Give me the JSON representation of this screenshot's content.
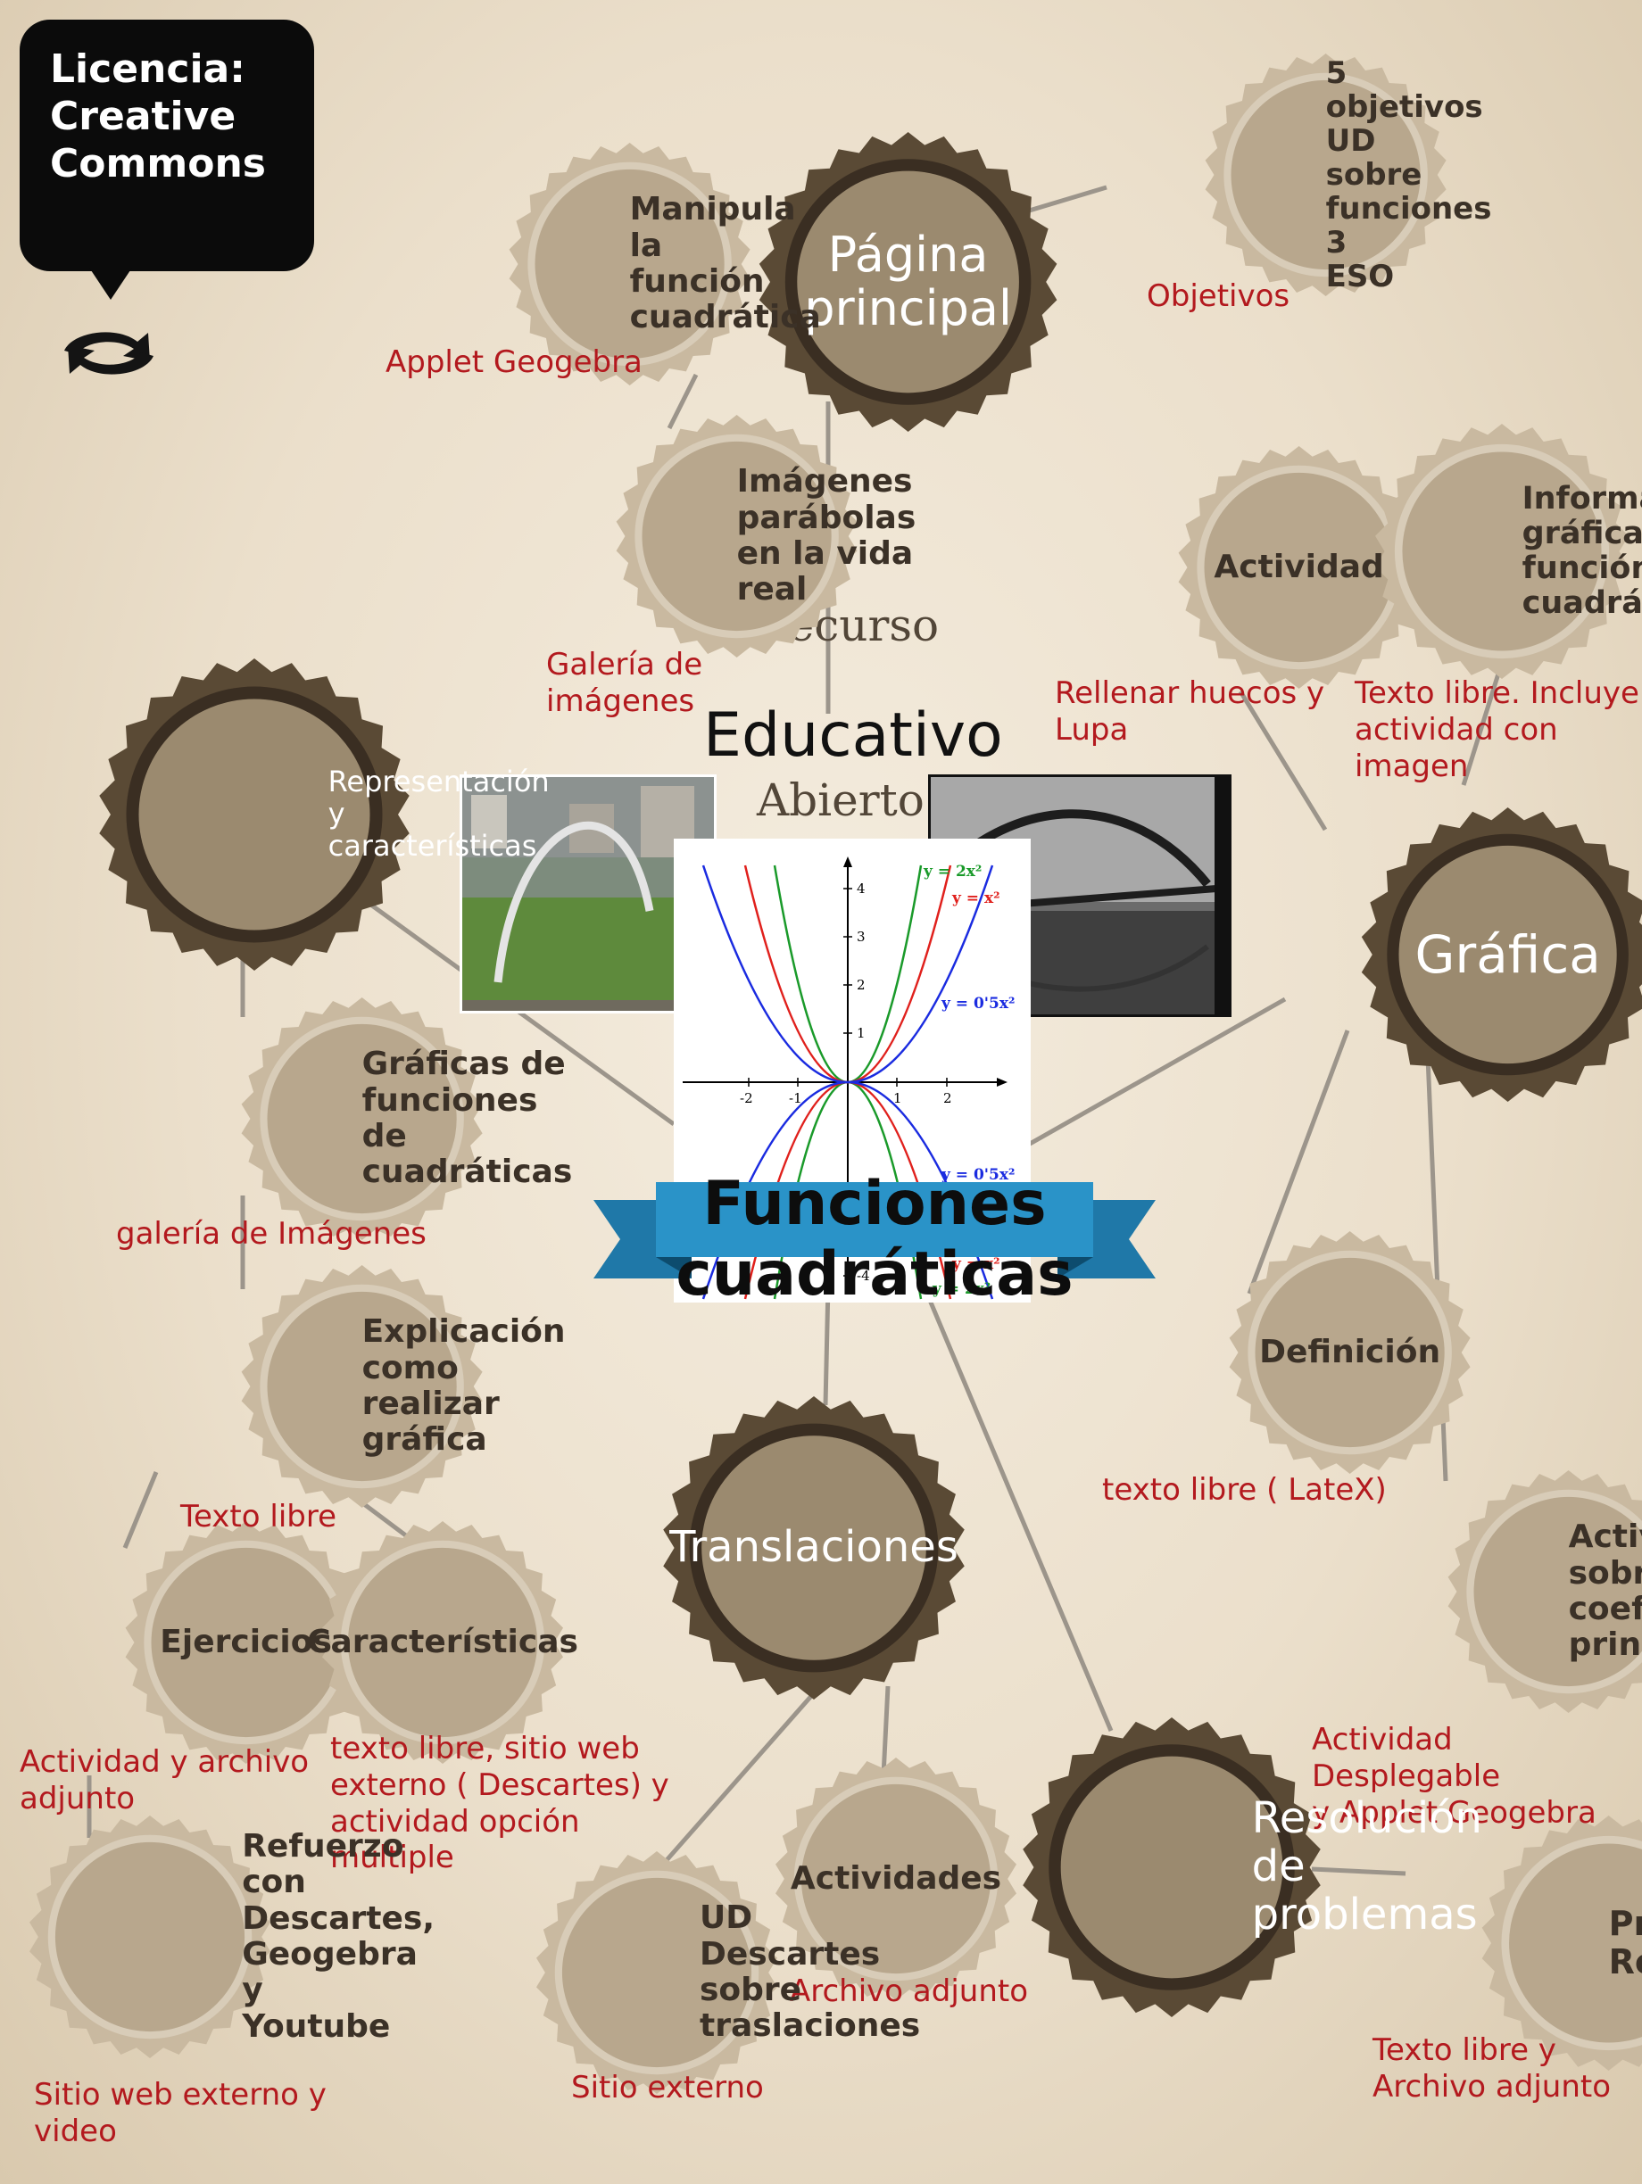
{
  "license": {
    "text": "Licencia:\nCreative\nCommons"
  },
  "title": {
    "recurso": "Recurso",
    "educativo": "Educativo",
    "abierto": "Abierto",
    "main": "Funciones cuadráticas"
  },
  "graph": {
    "ticks_x": [
      "-2",
      "-1",
      "1",
      "2"
    ],
    "ticks_y": [
      "4",
      "3",
      "2",
      "1",
      "-4"
    ],
    "eq_2x2": "y = 2x²",
    "eq_x2": "y = x²",
    "eq_05x2": "y = 0'5x²",
    "colors": {
      "green": "#1a9a2a",
      "red": "#e0201c",
      "blue": "#1a2be0"
    }
  },
  "nodes": {
    "pagina_principal": "Página\nprincipal",
    "manipula": "Manipula la\nfunción\ncuadrática",
    "objetivos_5": "5 objetivos UD\nsobre\nfunciones  3\nESO",
    "imagenes_parabolas": "Imágenes\nparábolas\nen  la vida\nreal",
    "representacion": "Representación\ny\ncaracterísticas",
    "graficas_funciones": "Gráficas de\nfunciones  de\ncuadráticas",
    "explicacion": "Explicación\ncomo  realizar\ngráfica",
    "ejercicios": "Ejercicios",
    "caracteristicas": "Características",
    "refuerzo": "Refuerzo con\nDescartes,\nGeogebra  y\nYoutube",
    "actividad": "Actividad",
    "informacion": "Información\ngráfica  función\ncuadrática",
    "grafica": "Gráfica",
    "definicion": "Definición",
    "actividad_coef": "Actividad\nsobre\ncoeficiente\nprincipal",
    "translaciones": "Translaciones",
    "ud_descartes": "UD\nDescartes\nsobre\ntraslaciones",
    "actividades": "Actividades",
    "resolucion": "Resolución\nde\nproblemas",
    "problemas_reales": "Problemas\nReales"
  },
  "captions": {
    "applet_geogebra": "Applet Geogebra",
    "objetivos": "Objetivos",
    "galeria_imagenes": "Galería de\nimágenes",
    "galeria_imagenes_2": "galería de Imágenes",
    "texto_libre": "Texto libre",
    "actividad_archivo": "Actividad y archivo\nadjunto",
    "texto_libre_descartes": "texto libre, sitio web\nexterno  ( Descartes) y\nactividad  opción\nmultiple",
    "sitio_web_video": "Sitio web externo y\nvideo",
    "rellenar_huecos": "Rellenar huecos  y\nLupa",
    "texto_libre_imagen": "Texto libre. Incluye\nactividad  con imagen",
    "texto_libre_latex": "texto libre ( LateX)",
    "actividad_desplegable": "Actividad Desplegable\ny  Applet Geogebra",
    "sitio_externo": "Sitio externo",
    "archivo_adjunto": "Archivo adjunto",
    "texto_libre_archivo": "Texto libre  y\nArchivo  adjunto"
  },
  "colors": {
    "line": "#9c958b",
    "node_fill": "#b8a78d",
    "node_dark": "#5a4a35",
    "caption": "#b3191e",
    "ribbon": "#2a93c8"
  }
}
